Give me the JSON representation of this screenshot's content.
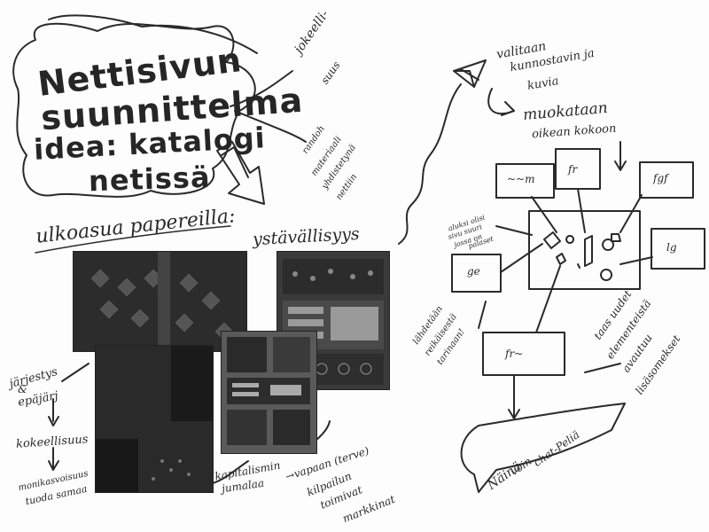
{
  "title": {
    "line1": "Nettisivun",
    "line2": "suunnittelma",
    "line3": "idea: katalogi",
    "line4": "netissä"
  },
  "left_notes": {
    "jokeeli": "jokeelli-",
    "jokeeli2": "suus",
    "randomi1": "randoh",
    "randomi2": "materiaali",
    "randomi3": "yhdistetynä",
    "randomi4": "nettiin",
    "ulkoasu": "ulkoasua papereilla:",
    "ystavallisyys": "ystävällisyys",
    "jarjestys1": "järjestys",
    "jarjestys2": "&",
    "jarjestys3": "epäjärj",
    "kokeellisuus": "kokeellisuus",
    "monikasvoisuus1": "monikasvoisuus",
    "monikasvoisuus2": "tuoda samaa",
    "kapitalismi1": "kapitalismin",
    "kapitalismi2": "jumalaa",
    "vapaa1": "→vapaan (terve)",
    "vapaa2": "kilpailun",
    "vapaa3": "toimivat",
    "vapaa4": "markkinat"
  },
  "right_notes": {
    "valitaan1": "valitaan",
    "valitaan2": "kunnostavin ja",
    "valitaan3": "kuvia",
    "muokataan1": "muokataan",
    "muokataan2": "oikean kokoon",
    "aluksi1": "aluksi olisi",
    "aluksi2": "sivu suuri",
    "aluksi3": "jossa on",
    "aluksi4": "palaset",
    "lahdetaan1": "lähdetään",
    "lahdetaan2": "reikäisestä",
    "lahdetaan3": "tarinaan!",
    "taasuntuu1": "taas uudet",
    "taasuntuu2": "elementeistä",
    "taasuntuu3": "avautuu",
    "taasuntuu4": "lisäsomekset",
    "naina1": "Näinä",
    "naina2": "voin",
    "naina3": "chat-Peliä"
  },
  "box_labels": {
    "b1": "~~m",
    "b2": "fr",
    "b3": "fgf",
    "b4": "ge",
    "b5": "lg",
    "b6": "fr~"
  },
  "colors": {
    "ink": "#2a2a2a",
    "paper": "#fdfdfd"
  }
}
